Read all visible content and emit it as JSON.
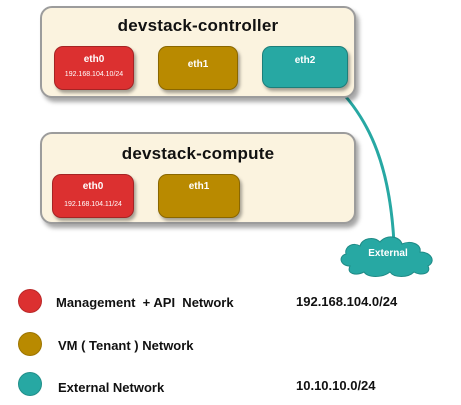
{
  "hosts": {
    "controller": {
      "title": "devstack-controller",
      "nics": [
        {
          "name": "eth0",
          "ip": "192.168.104.10/24",
          "network": "management"
        },
        {
          "name": "eth1",
          "ip": "",
          "network": "vm"
        },
        {
          "name": "eth2",
          "ip": "",
          "network": "external"
        }
      ]
    },
    "compute": {
      "title": "devstack-compute",
      "nics": [
        {
          "name": "eth0",
          "ip": "192.168.104.11/24",
          "network": "management"
        },
        {
          "name": "eth1",
          "ip": "",
          "network": "vm"
        }
      ]
    }
  },
  "external_cloud": {
    "label": "External"
  },
  "legend": [
    {
      "label": "Management  + API  Network",
      "value": "192.168.104.0/24",
      "color": "#dc3030"
    },
    {
      "label": "VM ( Tenant ) Network",
      "value": "",
      "color": "#b98a00"
    },
    {
      "label": "External Network",
      "value": "10.10.10.0/24",
      "color": "#27a8a3"
    }
  ],
  "colors": {
    "management": "#dc3030",
    "vm": "#b98a00",
    "external": "#27a8a3",
    "host_fill": "#fbf3df",
    "host_border": "#9c9c9c"
  }
}
